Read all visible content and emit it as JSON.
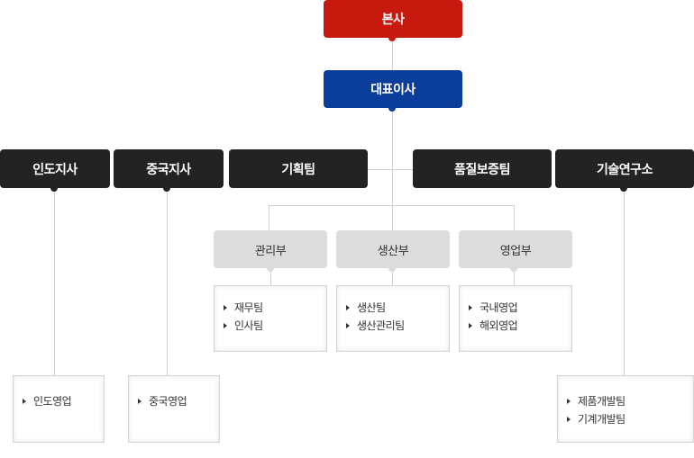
{
  "org": {
    "hq": "본사",
    "ceo": "대표이사",
    "india_branch": "인도지사",
    "china_branch": "중국지사",
    "planning": "기획팀",
    "qa": "품질보증팀",
    "rnd": "기술연구소",
    "admin_dept": "관리부",
    "production_dept": "생산부",
    "sales_dept": "영업부"
  },
  "teams": {
    "admin": [
      "재무팀",
      "인사팀"
    ],
    "production": [
      "생산팀",
      "생산관리팀"
    ],
    "sales": [
      "국내영업",
      "해외영업"
    ],
    "india": [
      "인도영업"
    ],
    "china": [
      "중국영업"
    ],
    "rnd": [
      "제품개발팀",
      "기계개발팀"
    ]
  },
  "colors": {
    "hq": "#c8190f",
    "ceo": "#0b3e9b",
    "division": "#232323",
    "department": "#dcdcdc",
    "connector": "#cfcfcf"
  },
  "icons": {
    "bullet": "triangle-right-icon"
  }
}
